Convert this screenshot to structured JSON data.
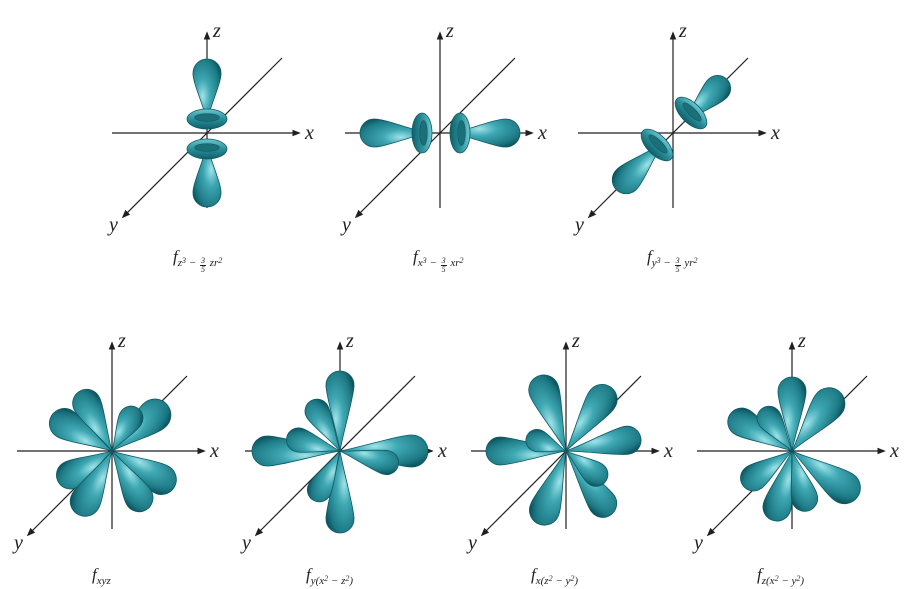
{
  "axis_labels": {
    "x": "x",
    "y": "y",
    "z": "z"
  },
  "colors": {
    "lobe": "#2a8f9a",
    "lobe_light": "#7fd3dc",
    "lobe_dark": "#0d5560",
    "axis": "#231f20"
  },
  "orbitals": [
    {
      "id": "f-z3",
      "label": {
        "main": "f",
        "sub_pre": "z",
        "sup1": "3",
        "minus": " − ",
        "num": "3",
        "den": "5",
        "sub_post": " zr",
        "sup2": "2"
      }
    },
    {
      "id": "f-x3",
      "label": {
        "main": "f",
        "sub_pre": "x",
        "sup1": "3",
        "minus": " − ",
        "num": "3",
        "den": "5",
        "sub_post": " xr",
        "sup2": "2"
      }
    },
    {
      "id": "f-y3",
      "label": {
        "main": "f",
        "sub_pre": "y",
        "sup1": "3",
        "minus": " − ",
        "num": "3",
        "den": "5",
        "sub_post": " yr",
        "sup2": "2"
      }
    },
    {
      "id": "f-xyz",
      "label": {
        "main": "f",
        "sub": "xyz"
      }
    },
    {
      "id": "f-y-x2-z2",
      "label": {
        "main": "f",
        "sub_a": "y(x",
        "sup_a": "2",
        "sub_b": " − z",
        "sup_b": "2",
        "sub_c": ")"
      }
    },
    {
      "id": "f-x-z2-y2",
      "label": {
        "main": "f",
        "sub_a": "x(z",
        "sup_a": "2",
        "sub_b": " − y",
        "sup_b": "2",
        "sub_c": ")"
      }
    },
    {
      "id": "f-z-x2-y2",
      "label": {
        "main": "f",
        "sub_a": "z(x",
        "sup_a": "2",
        "sub_b": " − y",
        "sup_b": "2",
        "sub_c": ")"
      }
    }
  ]
}
